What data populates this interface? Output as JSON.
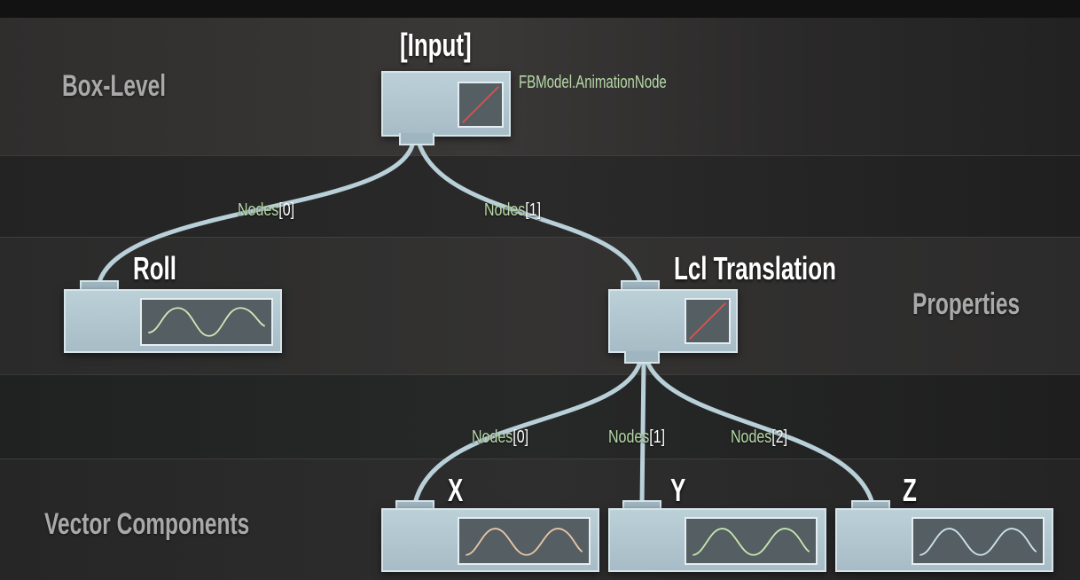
{
  "levels": {
    "box": "Box-Level",
    "properties": "Properties",
    "vector": "Vector Components"
  },
  "nodes": {
    "input": {
      "title": "[Input]",
      "type": "FBModel.AnimationNode",
      "preview": "identity"
    },
    "roll": {
      "title": "Roll",
      "preview": "sine"
    },
    "lcl": {
      "title": "Lcl Translation",
      "preview": "identity"
    },
    "x": {
      "title": "X",
      "preview": "sine"
    },
    "y": {
      "title": "Y",
      "preview": "sine"
    },
    "z": {
      "title": "Z",
      "preview": "sine"
    }
  },
  "edges": {
    "input_roll": {
      "prefix": "Nodes",
      "index": "[0]"
    },
    "input_lcl": {
      "prefix": "Nodes",
      "index": "[1]"
    },
    "lcl_x": {
      "prefix": "Nodes",
      "index": "[0]"
    },
    "lcl_y": {
      "prefix": "Nodes",
      "index": "[1]"
    },
    "lcl_z": {
      "prefix": "Nodes",
      "index": "[2]"
    }
  },
  "colors": {
    "wire": "#b9d0d9",
    "curve_roll": "#cfe6b9",
    "curve_x": "#e7c6a7",
    "curve_y": "#c5e6b0",
    "curve_z": "#cde3ea",
    "diagonal": "#d8534a"
  }
}
